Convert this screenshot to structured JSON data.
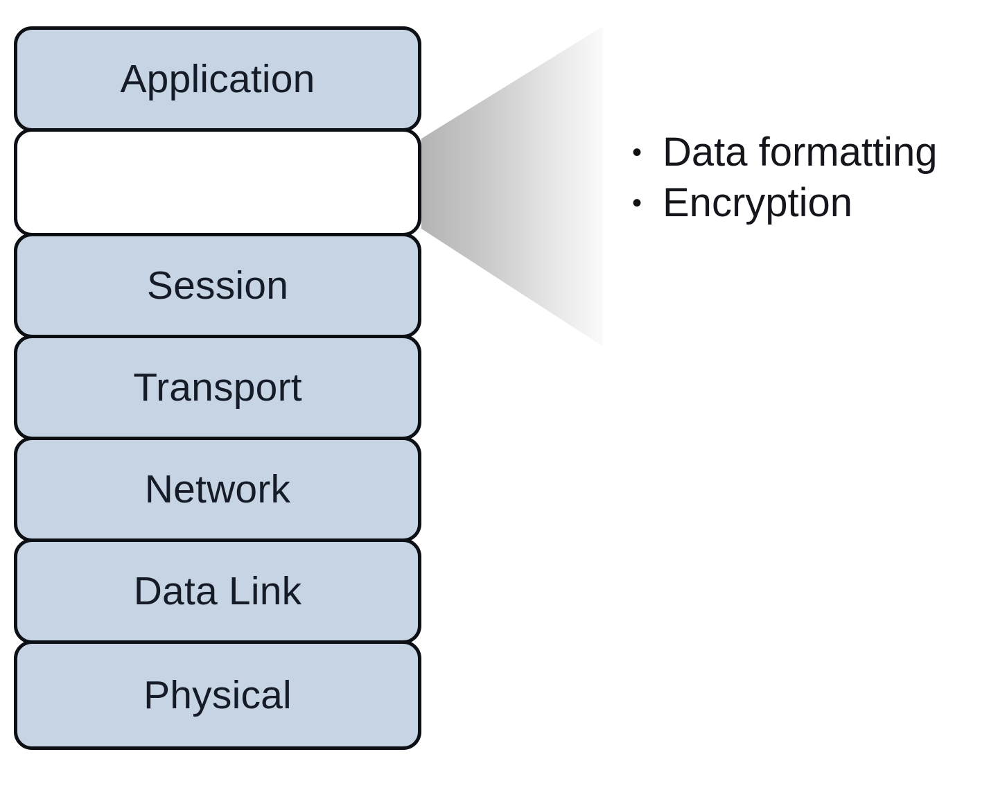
{
  "diagram": {
    "title": "OSI Model Layer Stack with Presentation Layer Callout",
    "background_color": "#ffffff",
    "box_fill_color": "#c6d4e3",
    "box_border_color": "#0c0f14",
    "highlight_fill_color": "#ffffff",
    "text_color": "#161b28",
    "funnel_color_near": "#b6b6b6",
    "funnel_color_far": "#f7f7f7"
  },
  "stack": {
    "name": "osi-layer-stack",
    "layers": [
      {
        "label": "Application",
        "highlighted": false
      },
      {
        "label": "",
        "highlighted": true
      },
      {
        "label": "Session",
        "highlighted": false
      },
      {
        "label": "Transport",
        "highlighted": false
      },
      {
        "label": "Network",
        "highlighted": false
      },
      {
        "label": "Data Link",
        "highlighted": false
      },
      {
        "label": "Physical",
        "highlighted": false
      }
    ]
  },
  "callout": {
    "name": "presentation-layer-callout",
    "source_layer_index": 1,
    "bullet_glyph": "•",
    "items": [
      {
        "text": "Data formatting"
      },
      {
        "text": "Encryption"
      }
    ]
  }
}
